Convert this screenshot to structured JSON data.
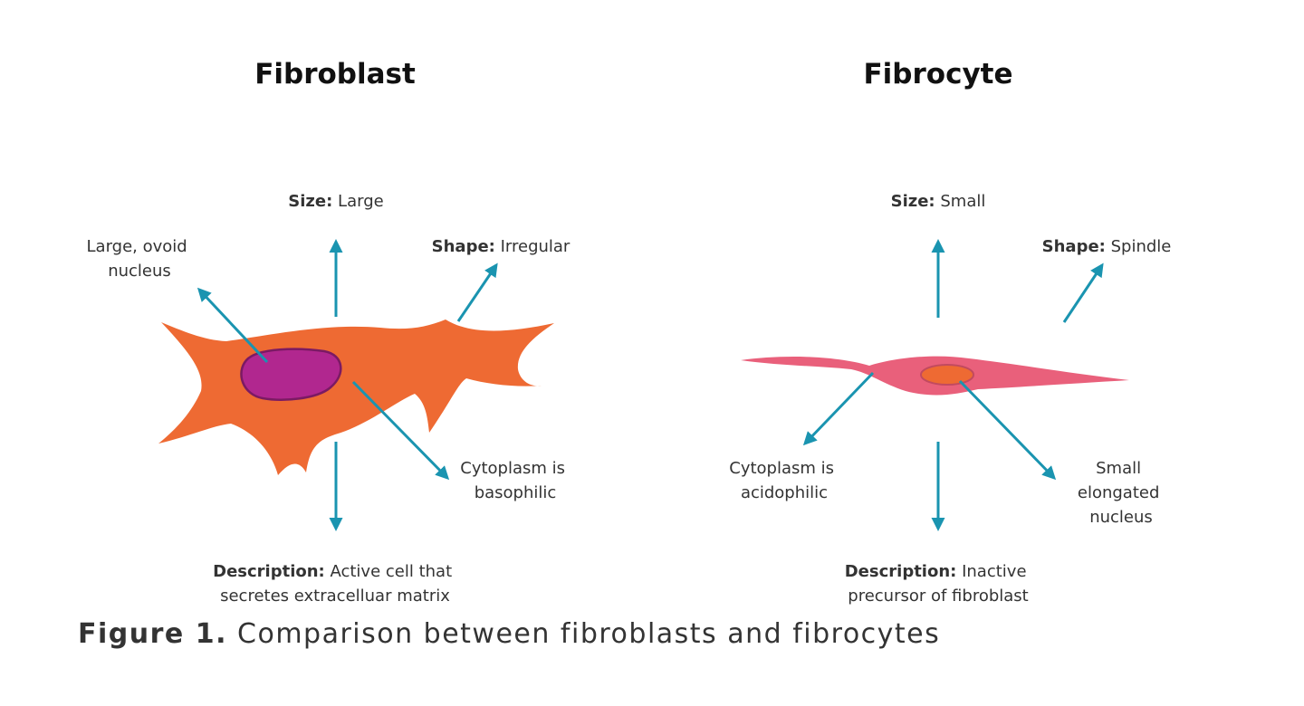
{
  "panels": [
    {
      "title": "Fibroblast",
      "size": {
        "key": "Size:",
        "value": "Large"
      },
      "shape": {
        "key": "Shape:",
        "value": "Irregular"
      },
      "nucleus": [
        "Large, ovoid",
        "nucleus"
      ],
      "cytoplasm": [
        "Cytoplasm is",
        "basophilic"
      ],
      "description": {
        "key": "Description:",
        "value": "Active cell that",
        "line2": "secretes extracelluar matrix"
      },
      "cell_color": "#ee6a33",
      "nucleus_color": "#b1278f",
      "nucleus_outline": "#7b1a63"
    },
    {
      "title": "Fibrocyte",
      "size": {
        "key": "Size:",
        "value": "Small"
      },
      "shape": {
        "key": "Shape:",
        "value": "Spindle"
      },
      "nucleus": [
        "Small",
        "elongated",
        "nucleus"
      ],
      "cytoplasm": [
        "Cytoplasm is",
        "acidophilic"
      ],
      "description": {
        "key": "Description:",
        "value": "Inactive",
        "line2": "precursor of fibroblast"
      },
      "cell_color": "#e9607b",
      "nucleus_color": "#ee6a33",
      "nucleus_outline": "#c24a5f"
    }
  ],
  "caption": {
    "label": "Figure 1.",
    "text": "Comparison between fibroblasts and fibrocytes"
  },
  "colors": {
    "arrow": "#1a94b0",
    "text": "#333333",
    "title": "#111111",
    "background": "#ffffff"
  }
}
